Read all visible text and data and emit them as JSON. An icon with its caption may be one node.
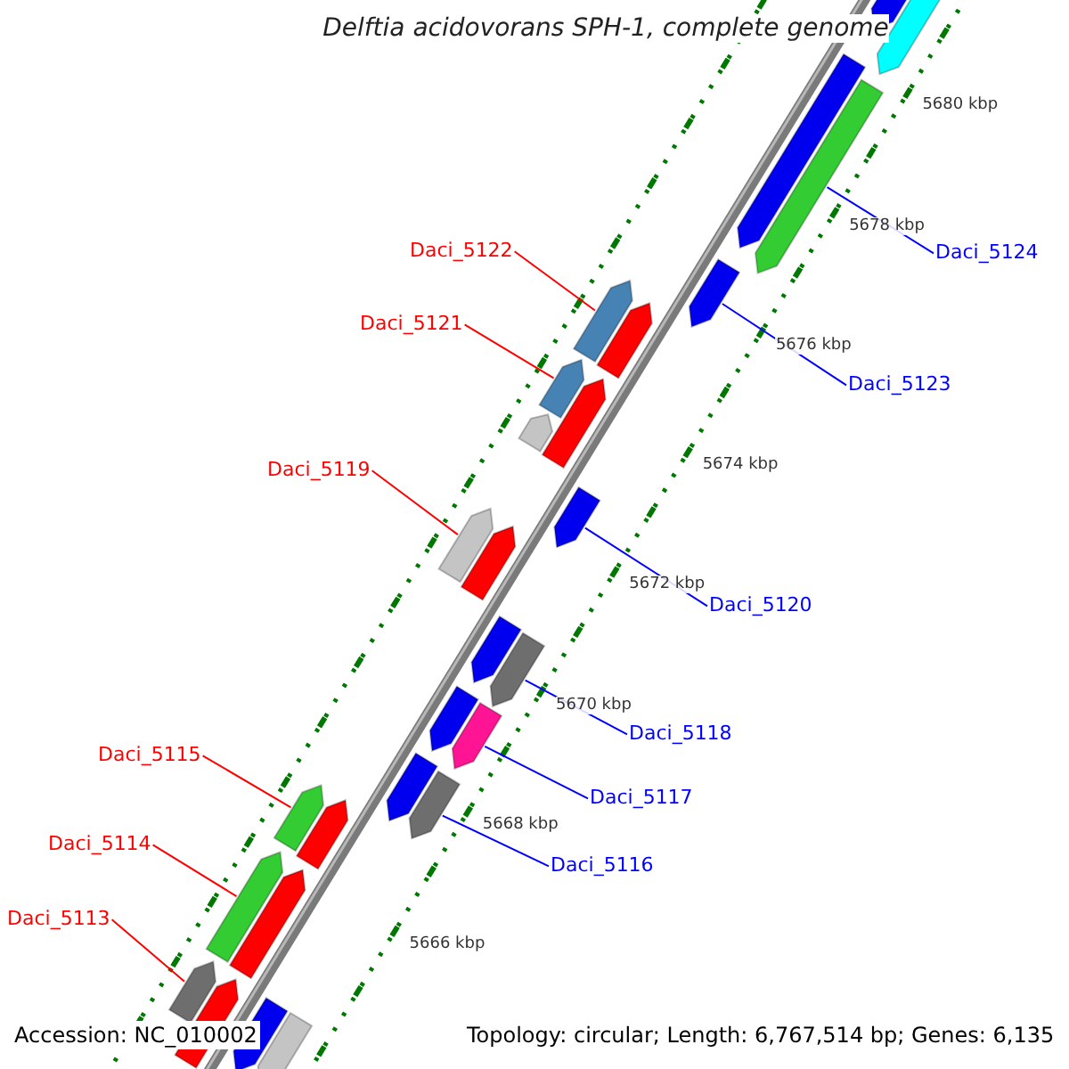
{
  "diagram": {
    "title": "Delftia acidovorans SPH-1, complete genome",
    "nodes": [
      {
        "text": [
          "Daci_5124"
        ]
      },
      {
        "text": [
          "Daci_5122"
        ]
      },
      {
        "text": [
          "Daci_5121"
        ]
      },
      {
        "text": [
          "Daci_5123"
        ]
      },
      {
        "text": [
          "Daci_5119"
        ]
      },
      {
        "text": [
          "Daci_5120"
        ]
      },
      {
        "text": [
          "Daci_5118"
        ]
      },
      {
        "text": [
          "Daci_5115"
        ]
      },
      {
        "text": [
          "Daci_5117"
        ]
      },
      {
        "text": [
          "Daci_5114"
        ]
      },
      {
        "text": [
          "Daci_5116"
        ]
      },
      {
        "text": [
          "Daci_5113"
        ]
      },
      {
        "text": [],
        "shape": "arrow"
      },
      {
        "text": [],
        "shape": "arrow"
      },
      {
        "text": [],
        "shape": "arrow"
      },
      {
        "text": [],
        "shape": "arrow"
      },
      {
        "text": [],
        "shape": "arrow"
      },
      {
        "text": [],
        "shape": "arrow"
      },
      {
        "text": [],
        "shape": "arrow"
      },
      {
        "text": [],
        "shape": "arrow"
      },
      {
        "text": [],
        "shape": "arrow"
      },
      {
        "text": [],
        "shape": "arrow"
      },
      {
        "text": [],
        "shape": "arrow"
      },
      {
        "text": [],
        "shape": "arrow"
      },
      {
        "text": [],
        "shape": "arrow"
      },
      {
        "text": [],
        "shape": "arrow"
      },
      {
        "text": [],
        "shape": "arrow"
      },
      {
        "text": [],
        "shape": "arrow"
      },
      {
        "text": [],
        "shape": "arrow"
      },
      {
        "text": [],
        "shape": "arrow"
      },
      {
        "text": [],
        "shape": "arrow"
      },
      {
        "text": [],
        "shape": "arrow"
      },
      {
        "text": [],
        "shape": "arrow"
      },
      {
        "text": [],
        "shape": "arrow"
      },
      {
        "text": [],
        "shape": "arrow"
      },
      {
        "text": [],
        "shape": "arrow"
      },
      {
        "text": [],
        "shape": "arrow"
      },
      {
        "text": [],
        "shape": "arrow"
      },
      {
        "text": [],
        "shape": "arrow"
      }
    ],
    "edges": [
      {
        "from": 0,
        "to": 12,
        "arrow": "none",
        "color": "#0000ff"
      },
      {
        "from": 1,
        "to": 13,
        "arrow": "none",
        "color": "#ff0000"
      },
      {
        "from": 2,
        "to": 14,
        "arrow": "none",
        "color": "#ff0000"
      },
      {
        "from": 3,
        "to": 15,
        "arrow": "none",
        "color": "#0000ff"
      },
      {
        "from": 4,
        "to": 16,
        "arrow": "none",
        "color": "#ff0000"
      },
      {
        "from": 5,
        "to": 17,
        "arrow": "none",
        "color": "#0000ff"
      },
      {
        "from": 6,
        "to": 18,
        "arrow": "none",
        "color": "#0000ff"
      },
      {
        "from": 7,
        "to": 19,
        "arrow": "none",
        "color": "#ff0000"
      },
      {
        "from": 8,
        "to": 20,
        "arrow": "none",
        "color": "#0000ff"
      },
      {
        "from": 9,
        "to": 21,
        "arrow": "none",
        "color": "#ff0000"
      },
      {
        "from": 10,
        "to": 22,
        "arrow": "none",
        "color": "#0000ff"
      },
      {
        "from": 11,
        "to": 23,
        "arrow": "none",
        "color": "#ff0000"
      }
    ],
    "labels": [
      "5680 kbp",
      "5678 kbp",
      "5676 kbp",
      "5674 kbp",
      "5672 kbp",
      "5670 kbp",
      "5668 kbp",
      "5666 kbp",
      "Accession: NC_010002",
      "Topology: circular; Length: 6,767,514 bp; Genes: 6,135"
    ]
  }
}
